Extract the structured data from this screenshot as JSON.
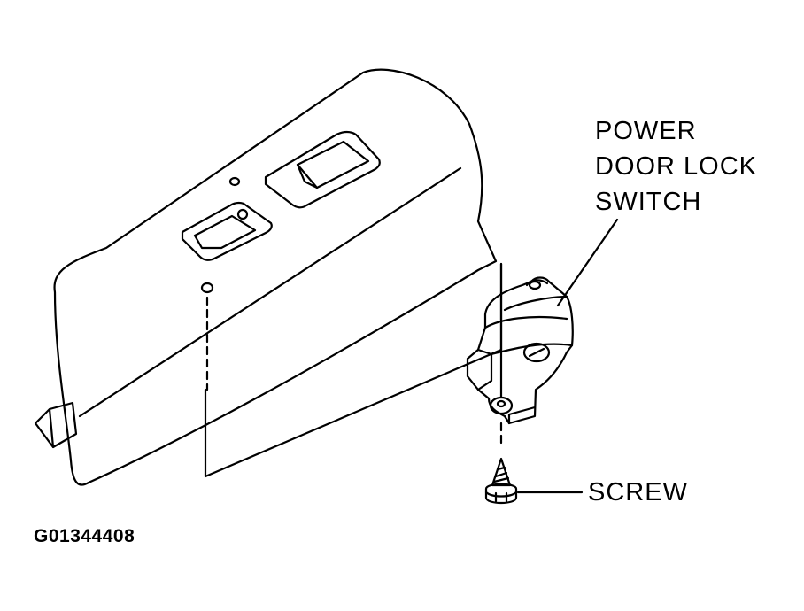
{
  "labels": {
    "switch_line1": "POWER",
    "switch_line2": "DOOR LOCK",
    "switch_line3": "SWITCH",
    "screw": "SCREW"
  },
  "figure_id": "G01344408",
  "colors": {
    "ink": "#000000",
    "paper": "#ffffff"
  }
}
